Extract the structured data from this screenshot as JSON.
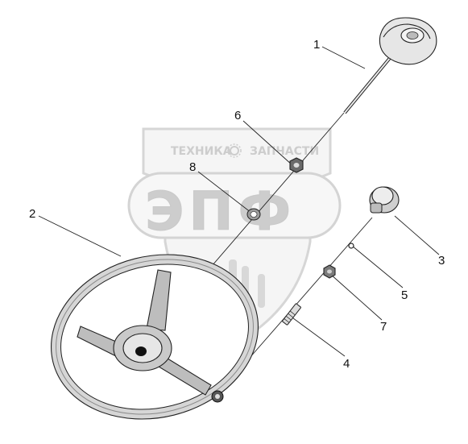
{
  "watermark": {
    "line1_left": "ТЕХНИКА",
    "line1_right": "ЗАПЧАСТИ",
    "logo_text": "ЭПФ"
  },
  "callouts": [
    {
      "id": "1",
      "text": "1"
    },
    {
      "id": "2",
      "text": "2"
    },
    {
      "id": "3",
      "text": "3"
    },
    {
      "id": "4",
      "text": "4"
    },
    {
      "id": "5",
      "text": "5"
    },
    {
      "id": "6",
      "text": "6"
    },
    {
      "id": "7",
      "text": "7"
    },
    {
      "id": "8",
      "text": "8"
    }
  ],
  "colors": {
    "line": "#222222",
    "part_fill": "#e8e8e8",
    "part_shade": "#9a9a9a",
    "watermark": "#d6d6d6"
  }
}
